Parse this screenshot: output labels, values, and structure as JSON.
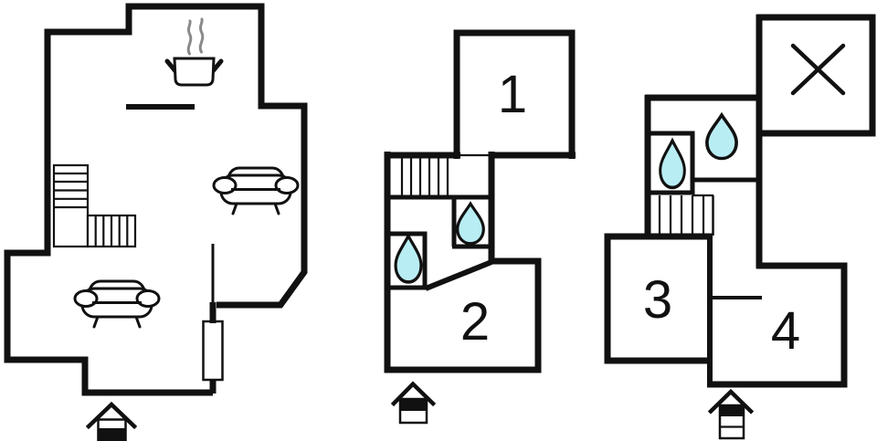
{
  "colors": {
    "wall": "#111111",
    "water_drop_fill": "#b9edf4",
    "water_drop_outline": "#111111",
    "steam": "#8a8a8a"
  },
  "plans": [
    {
      "id": "ground-floor",
      "rooms": [],
      "icons": [
        "cooking-pot-icon",
        "steam-icon",
        "staircase-icon",
        "sofa-icon",
        "sofa-icon",
        "door-icon",
        "entrance-arrow-icon"
      ]
    },
    {
      "id": "middle-floor",
      "rooms": [
        {
          "label": "1"
        },
        {
          "label": "2"
        }
      ],
      "icons": [
        "staircase-icon",
        "water-drop-icon",
        "water-drop-icon",
        "entrance-arrow-icon"
      ]
    },
    {
      "id": "top-floor",
      "rooms": [
        {
          "label": "3"
        },
        {
          "label": "4"
        }
      ],
      "icons": [
        "staircase-icon",
        "water-drop-icon",
        "water-drop-icon",
        "crossed-out-area-icon",
        "entrance-arrow-icon"
      ]
    }
  ]
}
